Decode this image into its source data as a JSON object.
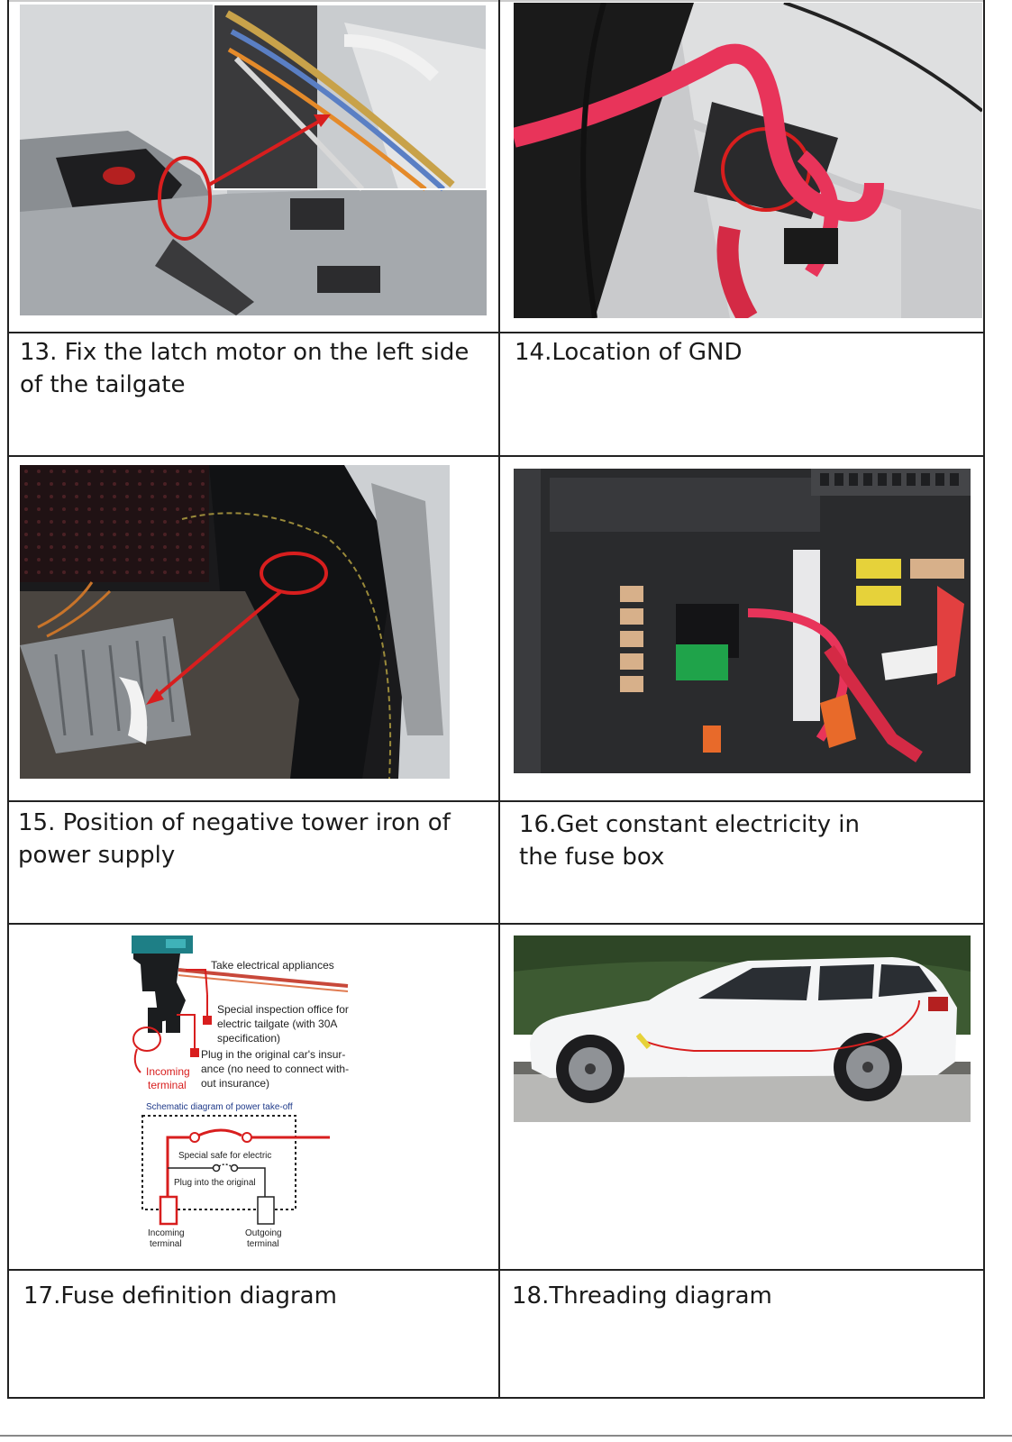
{
  "captions": {
    "c13": "13. Fix the latch motor on the left side of the tailgate",
    "c14": "14.Location of GND",
    "c15": "15. Position of negative tower iron of power supply",
    "c16": "16.Get constant electricity in the fuse box",
    "c17": "17.Fuse definition diagram",
    "c18": "18.Threading diagram"
  },
  "fuse_diagram": {
    "label_appliances": "Take electrical appliances",
    "label_special_1": "Special inspection office for",
    "label_special_2": "electric tailgate (with 30A",
    "label_special_3": "specification)",
    "label_plug_1": "Plug in the original car's insur-",
    "label_plug_2": "ance (no need to connect with-",
    "label_plug_3": "out insurance)",
    "label_incoming_1": "Incoming",
    "label_incoming_2": "terminal",
    "schematic_title": "Schematic diagram of power take-off",
    "schematic_special": "Special safe for electric",
    "schematic_plug": "Plug into the original",
    "schematic_in_1": "Incoming",
    "schematic_in_2": "terminal",
    "schematic_out_1": "Outgoing",
    "schematic_out_2": "terminal"
  },
  "colors": {
    "accent_red": "#d81e1e",
    "wire_pink": "#e8345a",
    "grid_line": "#222222"
  },
  "icons": {
    "highlight": "red-circle-highlight",
    "pointer": "red-arrow"
  }
}
